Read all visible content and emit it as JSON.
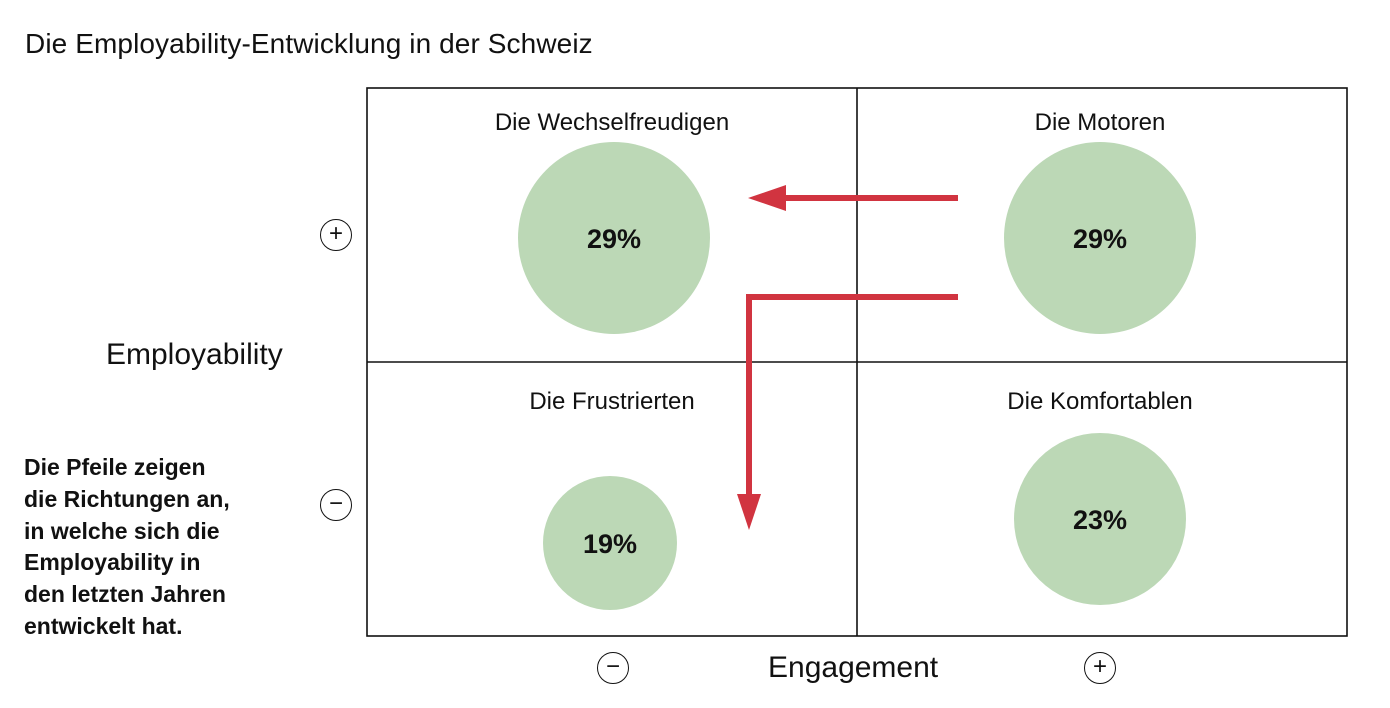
{
  "title": "Die Employability-Entwicklung in der Schweiz",
  "axes": {
    "y_label": "Employability",
    "x_label": "Engagement",
    "y_plus": "+",
    "y_minus": "−",
    "x_minus": "−",
    "x_plus": "+"
  },
  "note_lines": [
    "Die Pfeile zeigen",
    "die Richtungen an,",
    "in welche sich die",
    "Employability in",
    "den letzten Jahren",
    "entwickelt hat."
  ],
  "quadrants": {
    "top_left": {
      "label": "Die Wechselfreudigen",
      "value": "29%"
    },
    "top_right": {
      "label": "Die Motoren",
      "value": "29%"
    },
    "bottom_left": {
      "label": "Die Frustrierten",
      "value": "19%"
    },
    "bottom_right": {
      "label": "Die Komfortablen",
      "value": "23%"
    }
  },
  "colors": {
    "circle": "#bcd8b6",
    "arrow": "#d13440",
    "line": "#111111"
  }
}
